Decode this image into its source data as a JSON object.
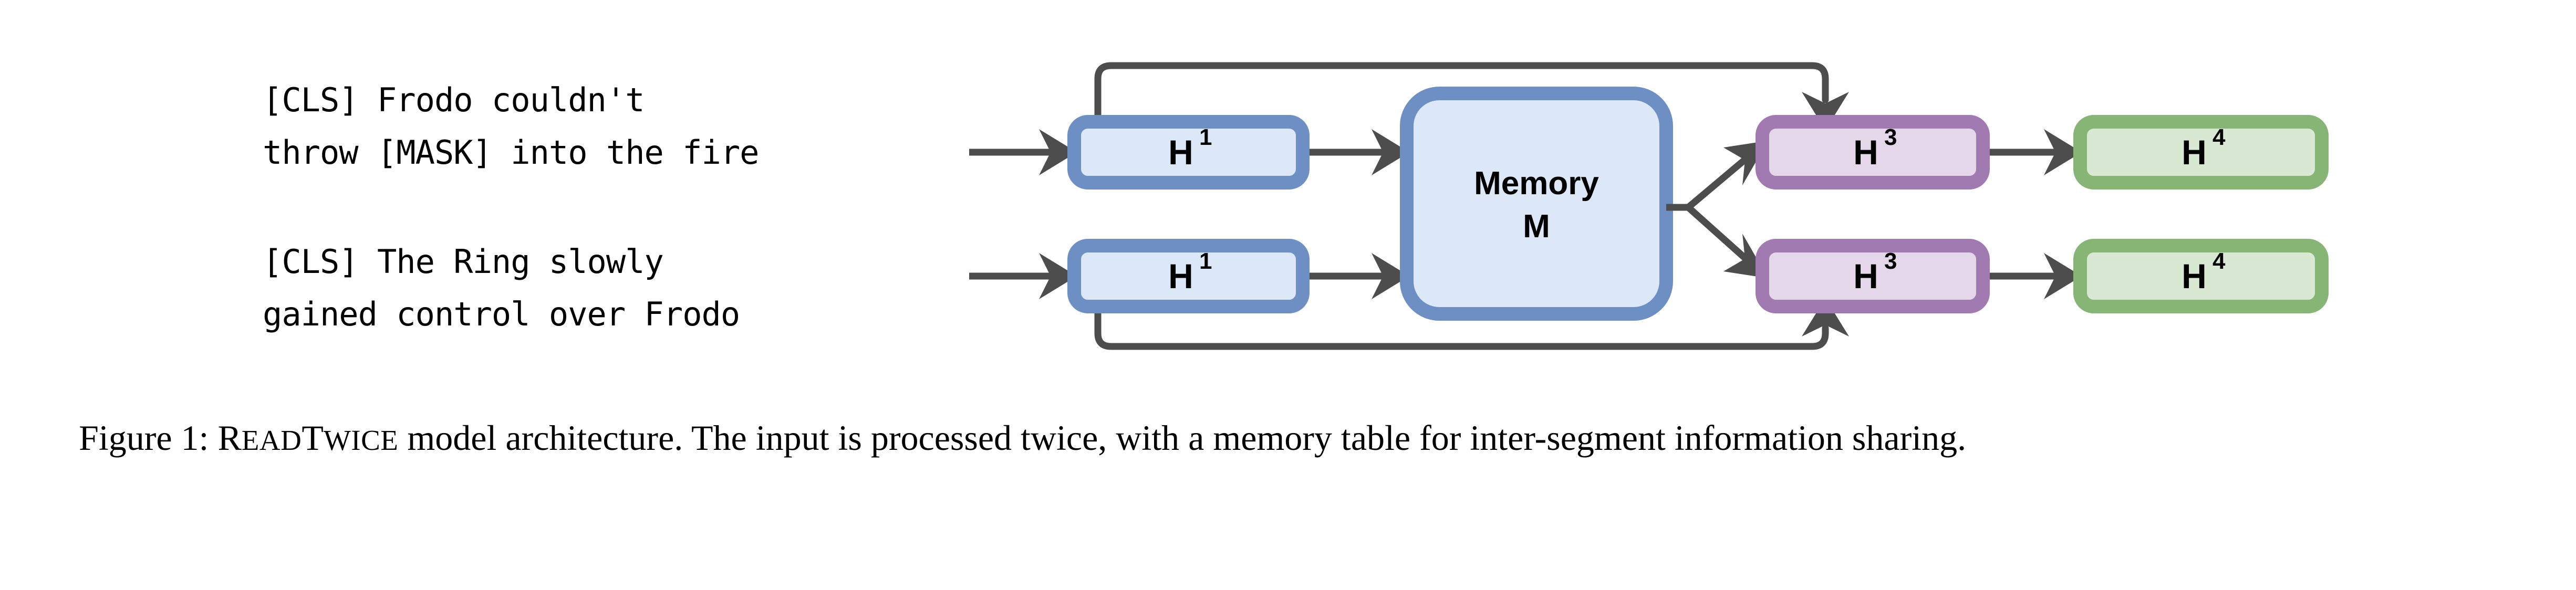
{
  "figure": {
    "segments": [
      {
        "id": "segment-1",
        "line1": "[CLS] Frodo couldn't",
        "line2": "throw [MASK] into the fire"
      },
      {
        "id": "segment-2",
        "line1": "[CLS] The Ring slowly",
        "line2": "gained control over Frodo"
      }
    ],
    "blocks": {
      "h1_top": {
        "base": "H",
        "sup": "1"
      },
      "h1_bottom": {
        "base": "H",
        "sup": "1"
      },
      "memory": {
        "line1": "Memory",
        "line2": "M"
      },
      "h3_top": {
        "base": "H",
        "sup": "3"
      },
      "h3_bottom": {
        "base": "H",
        "sup": "3"
      },
      "h4_top": {
        "base": "H",
        "sup": "4"
      },
      "h4_bottom": {
        "base": "H",
        "sup": "4"
      }
    },
    "colors": {
      "blue_fill": "#dce7f7",
      "blue_border": "#6e8fc4",
      "purple_fill": "#e5d7ea",
      "purple_border": "#a07ab0",
      "green_fill": "#d8e8d3",
      "green_border": "#86b576",
      "edge": "#4d4d4d",
      "background": "#ffffff",
      "text": "#000000"
    }
  },
  "caption": {
    "label": "Figure 1:",
    "model_name_first": "R",
    "model_name_rest_a": "EAD",
    "model_name_t": "T",
    "model_name_rest_b": "WICE",
    "body": " model architecture. The input is processed twice, with a memory table for inter-segment information sharing."
  }
}
